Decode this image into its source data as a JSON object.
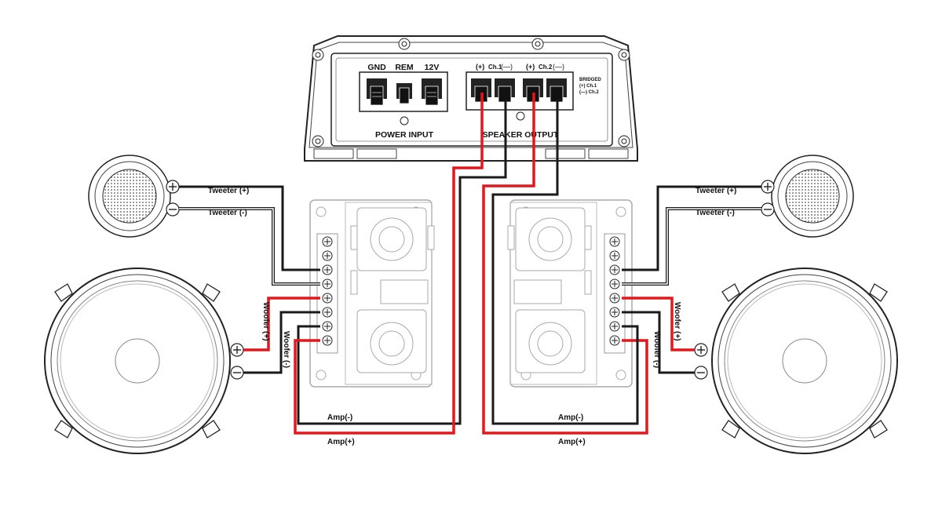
{
  "amplifier": {
    "power_terminals": [
      "GND",
      "REM",
      "12V"
    ],
    "power_caption": "POWER INPUT",
    "ch1_pos": "(+)",
    "ch1_label": "Ch.1",
    "ch1_neg": "(—)",
    "ch2_pos": "(+)",
    "ch2_label": "Ch.2",
    "ch2_neg": "(—)",
    "output_caption": "SPEAKER OUTPUT",
    "bridged_title": "BRIDGED",
    "bridged_pos": "(+) Ch.1",
    "bridged_neg": "(—) Ch.2"
  },
  "labels": {
    "tweeter_pos": "Tweeter (+)",
    "tweeter_neg": "Tweeter (-)",
    "woofer_pos": "Woofer (+)",
    "woofer_neg": "Woofer (-)",
    "amp_neg": "Amp(-)",
    "amp_pos": "Amp(+)"
  },
  "colors": {
    "positive_wire": "#e0191f",
    "negative_wire": "#1a1a1a",
    "outline": "#333333"
  }
}
